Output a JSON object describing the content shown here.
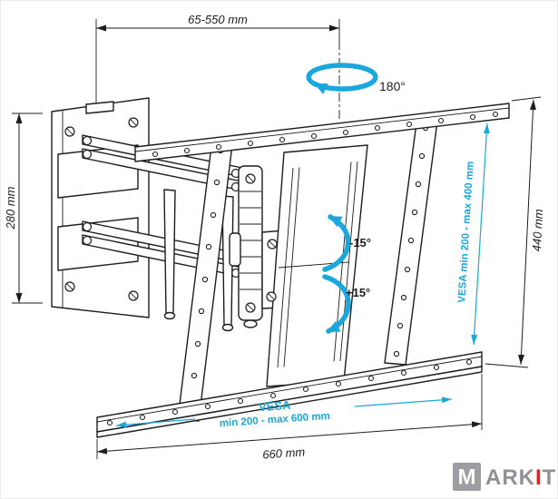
{
  "canvas": {
    "bg": "#ffffff"
  },
  "annotations": {
    "extension_range": "65-550 mm",
    "wall_plate_height": "280 mm",
    "swivel_angle": "180°",
    "tilt_up": "-15°",
    "tilt_down": "+15°",
    "vesa_vertical": "VESA min 200 - max 400 mm",
    "height": "440 mm",
    "vesa_horizontal_title": "VESA",
    "vesa_horizontal_range": "min 200 - max 600 mm",
    "width": "660 mm"
  },
  "colors": {
    "line": "#1d1d1b",
    "accent": "#1aa7dc",
    "logo_gray": "#9c9ea1",
    "logo_text": "#8f9194",
    "logo_red": "#e31e24"
  },
  "logo": {
    "box_letter": "M",
    "part1": "ARK",
    "accent": "I",
    "part2": "T"
  }
}
